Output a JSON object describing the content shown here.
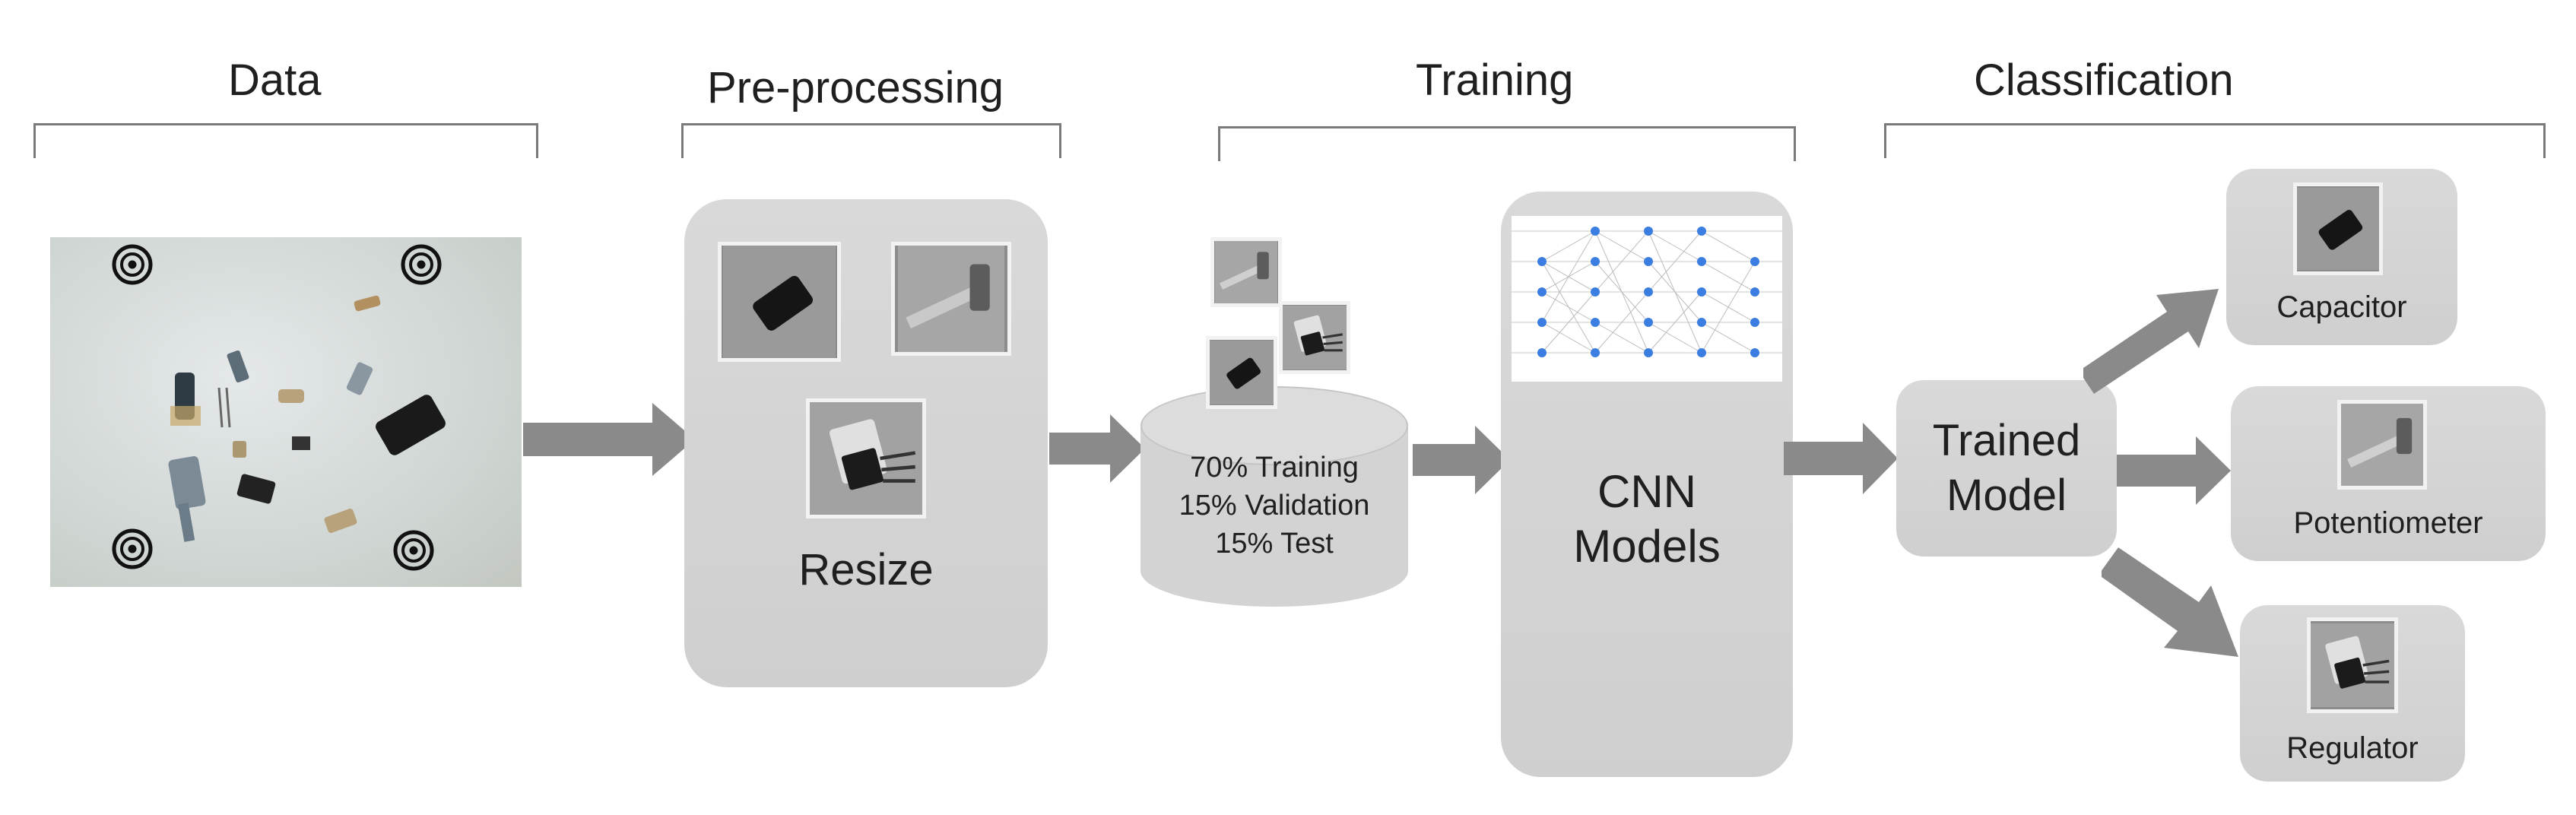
{
  "stages": {
    "data": "Data",
    "preprocessing": "Pre-processing",
    "training": "Training",
    "classification": "Classification"
  },
  "preprocess": {
    "label": "Resize"
  },
  "dataset": {
    "line1": "70% Training",
    "line2": "15% Validation",
    "line3": "15% Test"
  },
  "cnn": {
    "label_line1": "CNN",
    "label_line2": "Models"
  },
  "trained_model": {
    "line1": "Trained",
    "line2": "Model"
  },
  "classes": {
    "capacitor": "Capacitor",
    "potentiometer": "Potentiometer",
    "regulator": "Regulator"
  },
  "colors": {
    "panel": "#d3d3d3",
    "arrow": "#8a8a8a",
    "bracket": "#7a7a7a",
    "nn_node": "#3b7de0"
  }
}
